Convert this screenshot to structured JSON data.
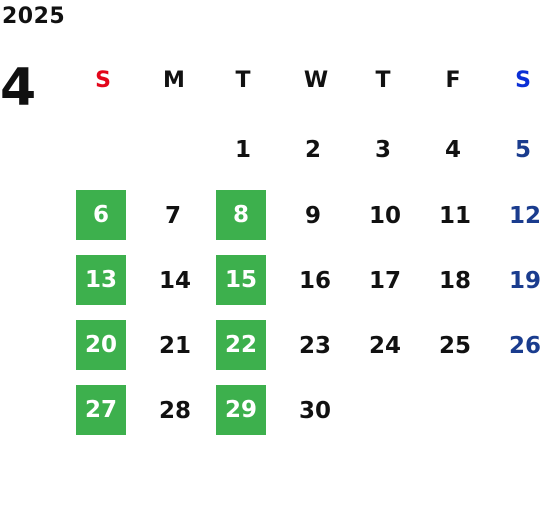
{
  "year": "2025",
  "month": "4",
  "weekdays": [
    "S",
    "M",
    "T",
    "W",
    "T",
    "F",
    "S"
  ],
  "weeks": [
    [
      null,
      null,
      "1",
      "2",
      "3",
      "4",
      "5"
    ],
    [
      "6",
      "7",
      "8",
      "9",
      "10",
      "11",
      "12"
    ],
    [
      "13",
      "14",
      "15",
      "16",
      "17",
      "18",
      "19"
    ],
    [
      "20",
      "21",
      "22",
      "23",
      "24",
      "25",
      "26"
    ],
    [
      "27",
      "28",
      "29",
      "30",
      null,
      null,
      null
    ]
  ],
  "highlighted_days": [
    "6",
    "8",
    "13",
    "15",
    "20",
    "22",
    "27",
    "29"
  ],
  "colors": {
    "highlight_bg": "#3db04d",
    "sunday_header": "#e3061b",
    "saturday_header": "#0b2fd6",
    "saturday_day": "#1a3c8e",
    "text": "#111111"
  }
}
